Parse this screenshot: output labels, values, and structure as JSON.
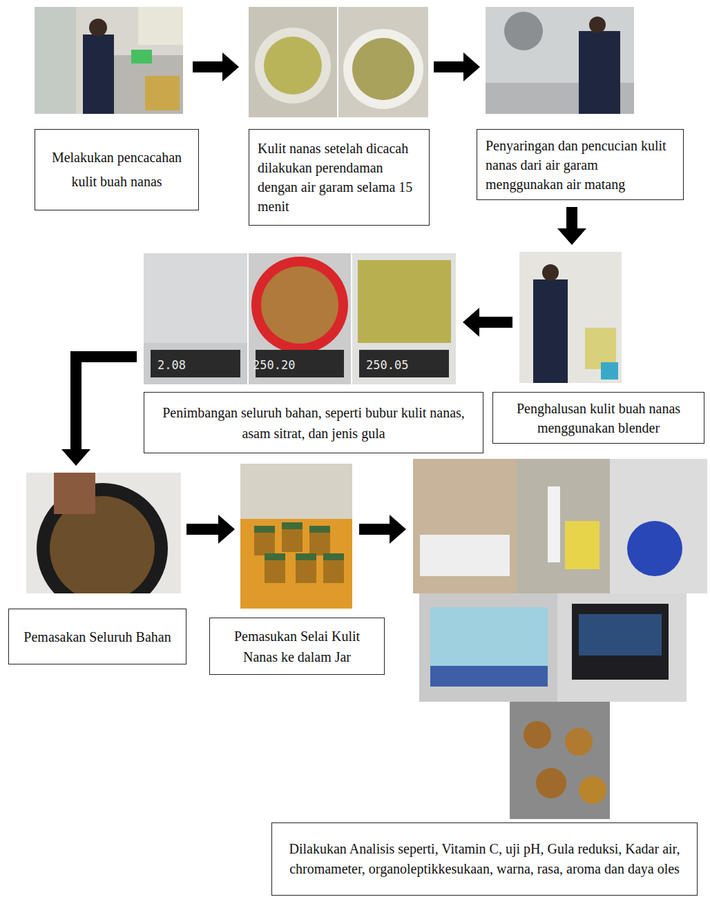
{
  "diagram": {
    "nodes": [
      {
        "text": [
          "Melakukan pencacahan kulit buah nanas"
        ]
      },
      {
        "text": [
          "Kulit nanas setelah dicacah dilakukan perendaman dengan air garam selama 15 menit"
        ]
      },
      {
        "text": [
          "Penyaringan dan pencucian kulit nanas dari air garam menggunakan air matang"
        ]
      },
      {
        "text": [
          "Penghalusan kulit buah nanas menggunakan blender"
        ]
      },
      {
        "text": [
          "Penimbangan seluruh bahan, seperti bubur kulit nanas, asam sitrat, dan jenis gula"
        ]
      },
      {
        "text": [
          "Pemasakan Seluruh Bahan"
        ]
      },
      {
        "text": [
          "Pemasukan Selai Kulit Nanas ke dalam Jar"
        ]
      },
      {
        "text": [
          "Dilakukan Analisis seperti, Vitamin C, uji pH, Gula reduksi, Kadar air, chromameter, organoleptikkesukaan, warna, rasa, aroma dan daya oles"
        ]
      }
    ],
    "edges": [
      {
        "from": 0,
        "to": 1,
        "arrow": "to"
      },
      {
        "from": 1,
        "to": 2,
        "arrow": "to"
      },
      {
        "from": 2,
        "to": 3,
        "arrow": "to"
      },
      {
        "from": 3,
        "to": 4,
        "arrow": "to"
      },
      {
        "from": 4,
        "to": 5,
        "arrow": "to"
      },
      {
        "from": 5,
        "to": 6,
        "arrow": "to"
      },
      {
        "from": 6,
        "to": 7,
        "arrow": "to"
      }
    ],
    "labels": [
      "2.08",
      "250.20",
      "250.05"
    ]
  }
}
